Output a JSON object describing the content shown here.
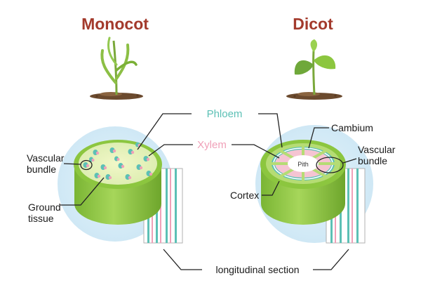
{
  "titles": {
    "monocot": "Monocot",
    "dicot": "Dicot"
  },
  "labels": {
    "phloem": "Phloem",
    "xylem": "Xylem",
    "cambium": "Cambium",
    "vascular_bundle_left_line1": "Vascular",
    "vascular_bundle_left_line2": "bundle",
    "vascular_bundle_right_line1": "Vascular",
    "vascular_bundle_right_line2": "bundle",
    "ground_tissue_line1": "Ground",
    "ground_tissue_line2": "tissue",
    "pith": "Pith",
    "cortex": "Cortex",
    "longitudinal_section": "longitudinal section"
  },
  "colors": {
    "title": "#a33a2c",
    "phloem": "#5cc0b5",
    "xylem": "#f0a0b8",
    "stem_green": "#8cc63f",
    "halo": "#d4ecf7"
  }
}
